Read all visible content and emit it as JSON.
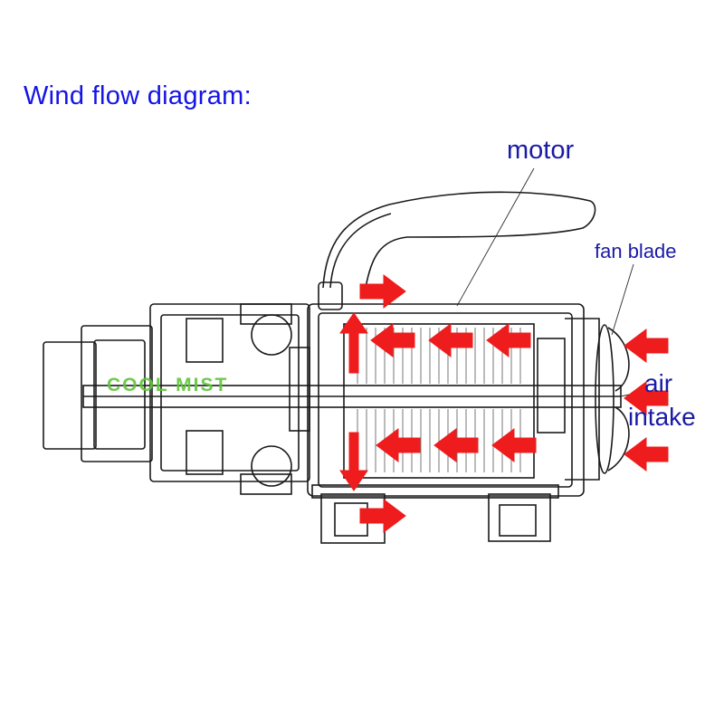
{
  "title": "Wind flow diagram:",
  "labels": {
    "motor": "motor",
    "fan_blade": "fan blade",
    "air": "air",
    "intake": "intake"
  },
  "watermark": "COOL MIST",
  "colors": {
    "title": "#1414e6",
    "labels": "#1a1aa8",
    "arrow": "#ee1c1c",
    "line": "#1a1a1a",
    "watermark": "#5fc63a",
    "background": "#ffffff"
  },
  "icons": {
    "flow_arrow": "arrow-right",
    "flow_arrow_left": "arrow-left",
    "flow_arrow_up": "arrow-up",
    "flow_arrow_down": "arrow-down"
  }
}
